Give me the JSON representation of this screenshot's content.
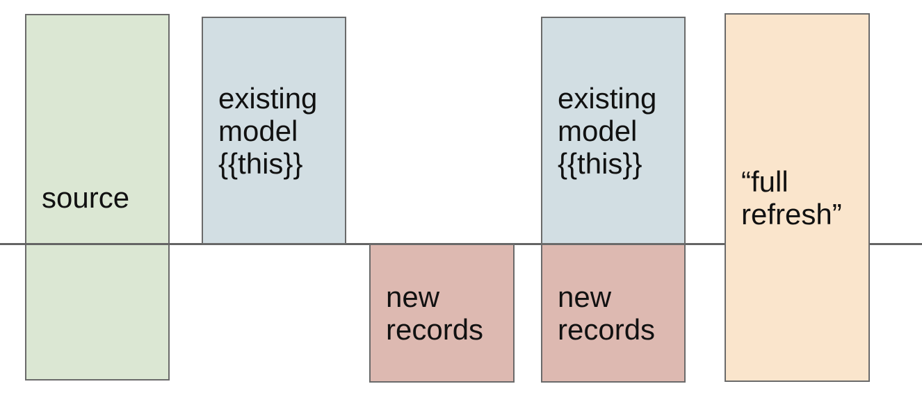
{
  "diagram": {
    "background": "#ffffff",
    "border_color": "#6a6a6a",
    "text_color": "#111111",
    "divider": {
      "color": "#646464"
    },
    "boxes": {
      "source": {
        "label": "source",
        "fill": "#dbe7d3"
      },
      "existing_model_1": {
        "label": "existing\nmodel\n{{this}}",
        "fill": "#d2dee3"
      },
      "new_records_1": {
        "label": "new\nrecords",
        "fill": "#ddb9b1"
      },
      "existing_model_2": {
        "label": "existing\nmodel\n{{this}}",
        "fill": "#d2dee3"
      },
      "new_records_2": {
        "label": "new\nrecords",
        "fill": "#ddb9b1"
      },
      "full_refresh": {
        "label": "“full\nrefresh”",
        "fill": "#fae5cc"
      }
    }
  }
}
